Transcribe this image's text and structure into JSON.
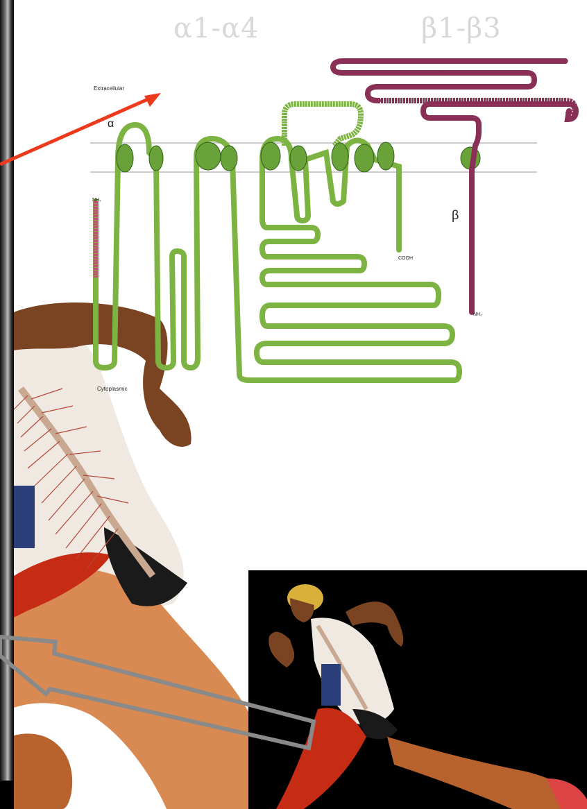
{
  "labels": {
    "alpha_subunits": "α1-α4",
    "beta_subunits": "β1-β3"
  },
  "diagram": {
    "extracellular": "Extracellular",
    "cytoplasmic": "Cytoplasmic",
    "alpha": "α",
    "beta": "β",
    "cooh": "COOH",
    "nh2": "NH₂"
  },
  "colors": {
    "arrow_red": "#ee3a1c",
    "arrow_gray": "#8a8a8a",
    "chain_green": "#7cb342",
    "membrane_line": "#9a9a9a",
    "skin": "#b8632e",
    "muscle": "#c62b14",
    "nerve": "#b5473a"
  },
  "icons": [
    "red-pointer-arrow",
    "gray-outline-arrow",
    "runner-figure",
    "runner-photo"
  ]
}
